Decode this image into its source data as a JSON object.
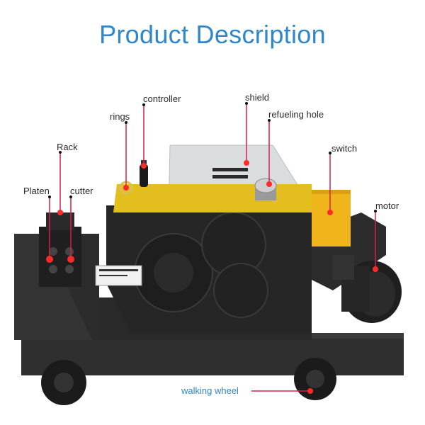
{
  "title": "Product Description",
  "labels": {
    "controller": "controller",
    "shield": "shield",
    "rings": "rings",
    "refueling_hole": "refueling hole",
    "rack": "Rack",
    "switch": "switch",
    "platen": "Platen",
    "cutter": "cutter",
    "motor": "motor",
    "walking_wheel": "walking wheel"
  },
  "colors": {
    "title": "#2f86c9",
    "machine_body": "#2e2e2e",
    "gear_housing": "#262626",
    "top_panel": "#e2be1f",
    "switch_box": "#f0b51a",
    "shield": "#d9dde0",
    "leader_line": "#d6204a",
    "marker": "#ff2a2a"
  }
}
